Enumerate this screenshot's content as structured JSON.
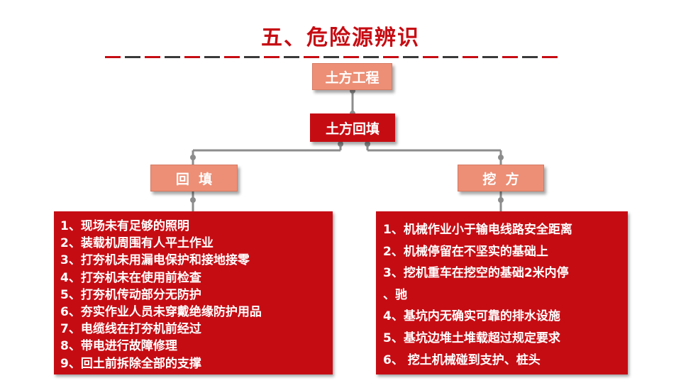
{
  "title": "五、危险源辨识",
  "colors": {
    "title": "#c60c13",
    "accent_red": "#c60c13",
    "salmon": "#ec8f76",
    "connector_gray": "#8c8c8c"
  },
  "nodes": {
    "root": "土方工程",
    "sub": "土方回填",
    "left": "回  填",
    "right": "挖  方"
  },
  "left_items": [
    "1、现场未有足够的照明",
    "2、装载机周围有人平土作业",
    "3、打夯机未用漏电保护和接地接零",
    "4、打夯机未在使用前检查",
    "5、打夯机传动部分无防护",
    "6、夯实作业人员未穿戴绝缘防护用品",
    "7、电缆线在打夯机前经过",
    "8、带电进行故障修理",
    "9、回土前拆除全部的支撑"
  ],
  "right_items": [
    "1、机械作业小于输电线路安全距离",
    "2、机械停留在不坚实的基础上",
    "3、挖机重车在挖空的基础2米内停",
    "、驰",
    "4、基坑内无确实可靠的排水设施",
    "5、基坑边堆土堆载超过规定要求",
    "6、 挖土机械碰到支护、桩头"
  ]
}
